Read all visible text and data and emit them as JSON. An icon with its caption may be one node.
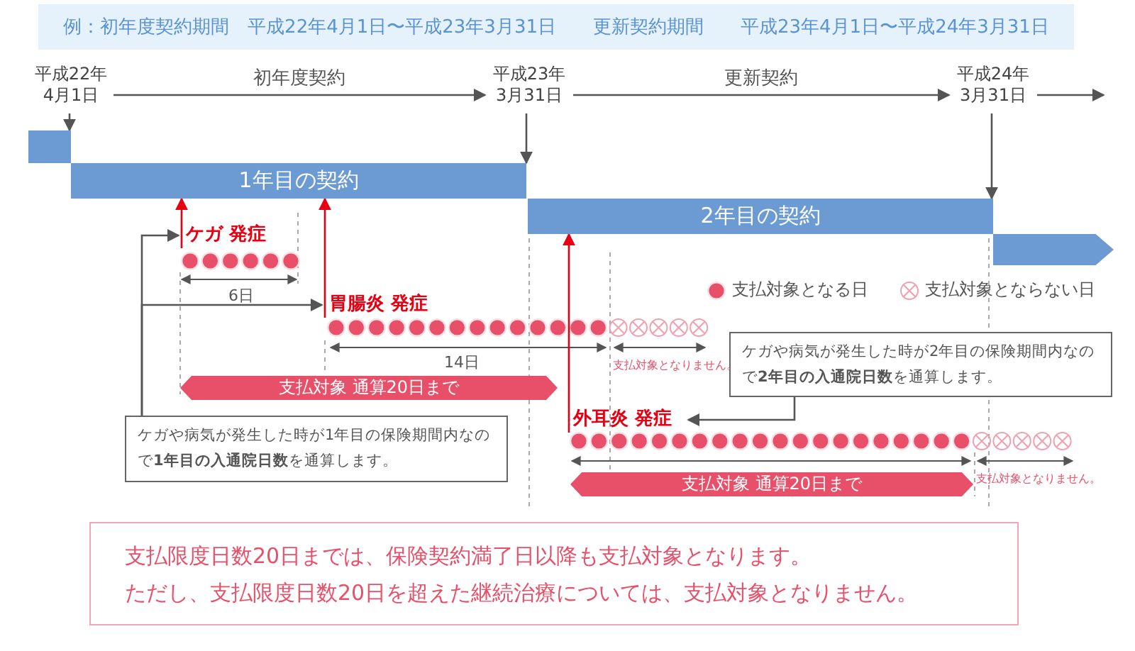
{
  "diagram": {
    "title": "例：初年度契約期間　平成22年4月1日〜平成23年3月31日　　更新契約期間　　平成23年4月1日〜平成24年3月31日",
    "nodes": [
      {
        "text": [
          "平成22年",
          "4月1日"
        ]
      },
      {
        "text": [
          "平成23年",
          "3月31日"
        ]
      },
      {
        "text": [
          "平成24年",
          "3月31日"
        ]
      },
      {
        "text": [],
        "shape": "bar"
      },
      {
        "text": [
          "1年目の契約"
        ]
      },
      {
        "text": [
          "2年目の契約"
        ]
      },
      {
        "text": [],
        "shape": "arrow"
      },
      {
        "text": [
          "ケガ 発症"
        ]
      },
      {
        "text": [
          "胃腸炎 発症"
        ]
      },
      {
        "text": [
          "外耳炎 発症"
        ]
      },
      {
        "text": [
          "ケガや病気が発生した時が1年目の保険期間内なので**1年目の入通院日数**を通算します。"
        ]
      },
      {
        "text": [
          "ケガや病気が発生した時が2年目の保険期間内なので**2年目の入通院日数**を通算します。"
        ]
      },
      {
        "text": [
          "支払対象 通算20日まで"
        ]
      },
      {
        "text": [
          "支払対象 通算20日まで"
        ]
      },
      {
        "text": [
          "支払限度日数20日までは、保険契約満了日以降も支払対象となります。",
          "ただし、支払限度日数20日を超えた継続治療については、支払対象となりません。"
        ]
      }
    ],
    "edges": [
      {
        "from": 0,
        "to": 1,
        "arrow": "to",
        "label": "初年度契約"
      },
      {
        "from": 1,
        "to": 2,
        "arrow": "to",
        "label": "更新契約"
      },
      {
        "from": 2,
        "to": null,
        "arrow": "to"
      },
      {
        "from": 0,
        "to": 3,
        "arrow": "to"
      },
      {
        "from": 1,
        "to": 4,
        "arrow": "to"
      },
      {
        "from": 2,
        "to": 5,
        "arrow": "to"
      },
      {
        "from": 7,
        "to": 4,
        "arrow": "to",
        "color": "#e60012"
      },
      {
        "from": 8,
        "to": 4,
        "arrow": "to",
        "color": "#e60012"
      },
      {
        "from": 9,
        "to": 5,
        "arrow": "to",
        "color": "#e60012"
      },
      {
        "from": 10,
        "to": 7,
        "arrow": "to"
      },
      {
        "from": 10,
        "to": 8,
        "arrow": "to"
      },
      {
        "from": 11,
        "to": 9,
        "arrow": "to"
      }
    ],
    "labels": [
      "6日",
      "14日",
      "支払対象となりません。",
      "支払対象となりません。"
    ],
    "legend": [
      {
        "text": "支払対象となる日"
      },
      {
        "text": "支払対象とならない日"
      }
    ]
  }
}
